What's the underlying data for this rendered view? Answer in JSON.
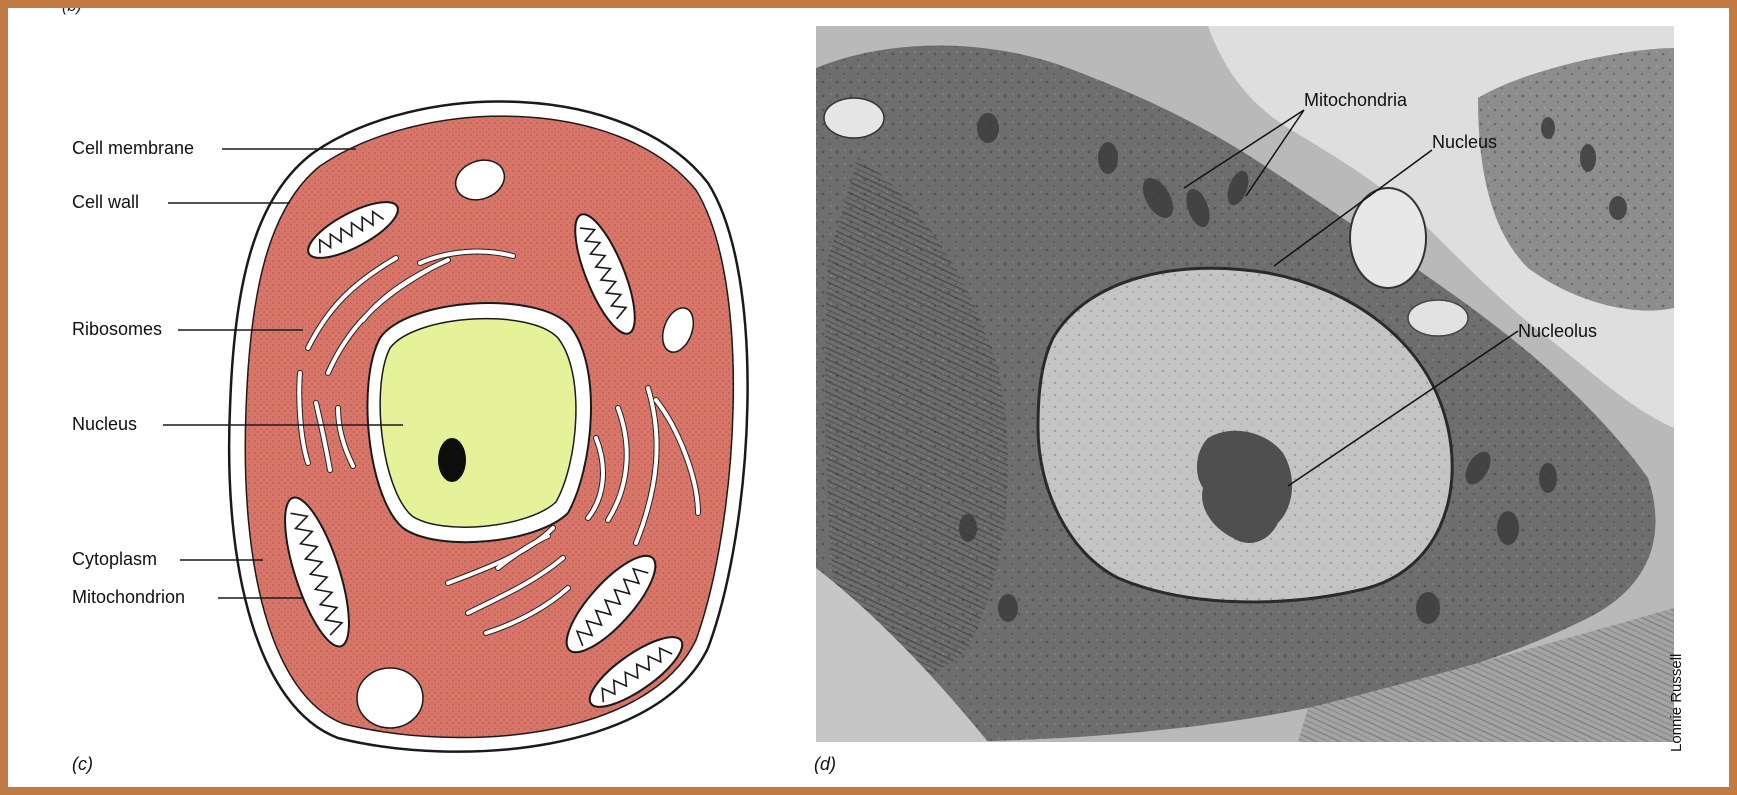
{
  "corner_fragment": "(b)",
  "panel_c": {
    "letter": "(c)",
    "labels": {
      "cell_membrane": "Cell membrane",
      "cell_wall": "Cell wall",
      "ribosomes": "Ribosomes",
      "nucleus": "Nucleus",
      "cytoplasm": "Cytoplasm",
      "mitochondrion": "Mitochondrion"
    },
    "colors": {
      "cytoplasm": "#d9766a",
      "nucleus": "#e6f29a",
      "outline": "#1a1a1a",
      "background": "#ffffff"
    }
  },
  "panel_d": {
    "letter": "(d)",
    "labels": {
      "mitochondria": "Mitochondria",
      "nucleus": "Nucleus",
      "nucleolus": "Nucleolus"
    },
    "credit": "Lonnie Russell"
  },
  "frame_color": "#c07a42"
}
